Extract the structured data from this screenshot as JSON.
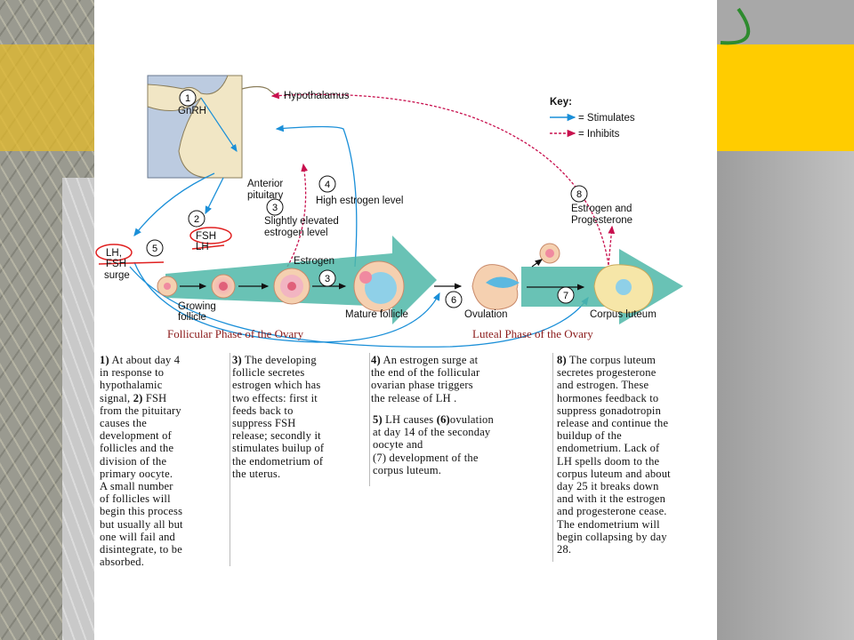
{
  "labels": {
    "hypothalamus": "Hypothalamus",
    "gnrh": "GnRH",
    "anterior_pituitary_1": "Anterior",
    "anterior_pituitary_2": "pituitary",
    "key_title": "Key:",
    "key_stimulates": "= Stimulates",
    "key_inhibits": "= Inhibits",
    "high_estrogen": "High estrogen level",
    "slightly_elevated_1": "Slightly elevated",
    "slightly_elevated_2": "estrogen level",
    "estrogen_prog_1": "Estrogen and",
    "estrogen_prog_2": "Progesterone",
    "fsh": "FSH",
    "lh_struck": "LH",
    "lh": "LH,",
    "fsh_struck": "FSH",
    "surge": "surge",
    "estrogen": "Estrogen",
    "growing_follicle_1": "Growing",
    "growing_follicle_2": "follicle",
    "mature_follicle": "Mature follicle",
    "ovulation": "Ovulation",
    "corpus_luteum": "Corpus luteum",
    "follicular_phase": "Follicular Phase of the Ovary",
    "luteal_phase": "Luteal Phase of the Ovary"
  },
  "steps": {
    "s1": "1",
    "s2": "2",
    "s3": "3",
    "s3b": "3",
    "s4": "4",
    "s5": "5",
    "s6": "6",
    "s7": "7",
    "s8": "8"
  },
  "notes": {
    "col1": {
      "num": "1)",
      "text": " At about day 4\nin response to\nhypothalamic\nsignal, ",
      "num2": "2)",
      "text2": " FSH\nfrom the pituitary\ncauses the\ndevelopment of\nfollicles and the\ndivision of the\nprimary oocyte.\nA small number\nof follicles will\nbegin this process\nbut usually all but\none will fail and\ndisintegrate, to be\nabsorbed."
    },
    "col2": {
      "num": "3)",
      "text": " The developing\nfollicle secretes\nestrogen which has\ntwo effects: first it\nfeeds back to\nsuppress FSH\nrelease; secondly it\nstimulates builup of\nthe endometrium of\nthe uterus."
    },
    "col3a": {
      "num": "4)",
      "text": " An estrogen surge at\nthe end of the follicular\novarian phase triggers\nthe release of LH ."
    },
    "col3b": {
      "num": "5)",
      "text": " LH causes ",
      "num2": "(6)",
      "text2": "ovulation\nat day 14 of the seconday\noocyte and\n(7) development of the\ncorpus luteum."
    },
    "col4": {
      "num": "8)",
      "text": " The corpus luteum\nsecretes progesterone\nand estrogen.  These\nhormones feedback to\nsuppress gonadotropin\nrelease and continue the\nbuildup of the\nendometrium.  Lack of\nLH spells doom to the\ncorpus luteum and about\nday 25 it breaks down\nand with it the estrogen\nand progesterone cease.\nThe endometrium will\nbegin collapsing by day\n28."
    }
  },
  "colors": {
    "stimulates": "#1a8fd8",
    "inhibits": "#c8104e",
    "arrow_teal": "#4fb7a8",
    "annotation_red": "#e02020",
    "phase_text": "#8b1a1a",
    "accent_gold": "#ffcc00",
    "accent_green": "#2e8b2e"
  }
}
